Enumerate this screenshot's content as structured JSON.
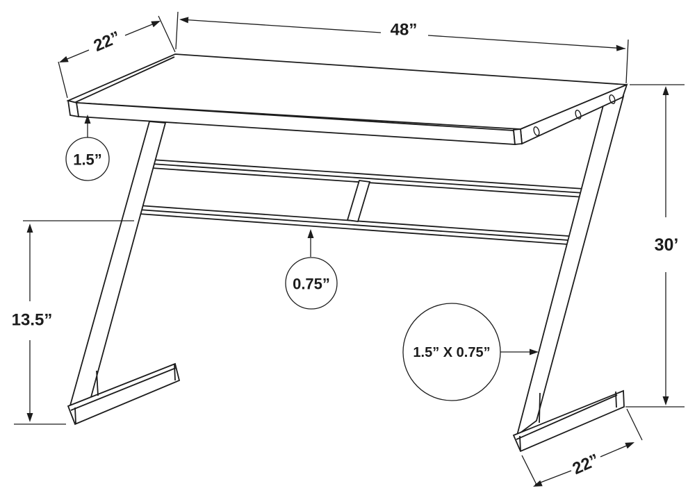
{
  "page": {
    "background": "#ffffff",
    "line_color": "#1c1c1c",
    "title": "Z-shaped desk dimension drawing"
  },
  "diagram": {
    "type": "technical-drawing",
    "subject": "desk with Z-shaped side frames, side rail with bolt holes, double rear stretchers and center support",
    "dimensions": {
      "top_width": "48”",
      "top_depth": "22”",
      "top_thickness": "1.5”",
      "shelf_thickness": "0.75”",
      "frame_profile": "1.5” X 0.75”",
      "lower_clearance": "13.5”",
      "overall_height": "30’",
      "foot_depth": "22”"
    }
  }
}
